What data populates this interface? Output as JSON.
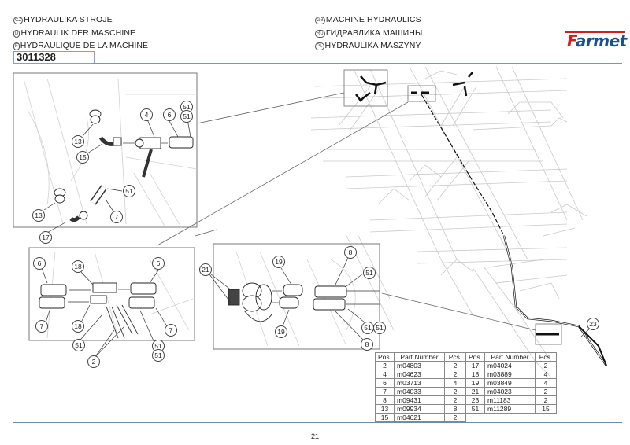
{
  "header": {
    "titles_left": [
      {
        "lang_badge": "CZ",
        "text": "HYDRAULIKA STROJE"
      },
      {
        "lang_badge": "D",
        "text": "HYDRAULIK DER MASCHINE"
      },
      {
        "lang_badge": "F",
        "text": "HYDRAULIQUE DE LA MACHINE"
      }
    ],
    "titles_right": [
      {
        "lang_badge": "GB",
        "text": "MACHINE HYDRAULICS"
      },
      {
        "lang_badge": "RU",
        "text": "ГИДРАВЛИКА МАШИНЫ"
      },
      {
        "lang_badge": "PL",
        "text": "HYDRAULIKA MASZYNY"
      }
    ],
    "assembly_code": "3011328",
    "logo": {
      "first_letter": "F",
      "rest": "armet",
      "red": "#d3201f",
      "blue": "#1b4f93"
    }
  },
  "detail_views": {
    "top_left": [
      "51",
      "51",
      "4",
      "6",
      "13",
      "15",
      "51",
      "13",
      "7",
      "17"
    ],
    "middle_left": [
      "6",
      "18",
      "6",
      "7",
      "18",
      "7",
      "51",
      "51",
      "51",
      "2"
    ],
    "middle_center": [
      "21",
      "19",
      "8",
      "51",
      "19",
      "51",
      "51",
      "8"
    ],
    "overview": [
      "23"
    ]
  },
  "parts_table": {
    "headers": [
      "Pos.",
      "Part Number",
      "Pcs.",
      "Pos.",
      "Part Number",
      "Pcs."
    ],
    "rows": [
      [
        "2",
        "m04803",
        "2",
        "17",
        "m04024",
        "2"
      ],
      [
        "4",
        "m04623",
        "2",
        "18",
        "m03889",
        "4"
      ],
      [
        "6",
        "m03713",
        "4",
        "19",
        "m03849",
        "4"
      ],
      [
        "7",
        "m04033",
        "2",
        "21",
        "m04023",
        "2"
      ],
      [
        "8",
        "m09431",
        "2",
        "23",
        "m11183",
        "2"
      ],
      [
        "13",
        "m09934",
        "8",
        "51",
        "m11289",
        "15"
      ],
      [
        "15",
        "m04621",
        "2",
        "",
        "",
        ""
      ]
    ]
  },
  "footer": {
    "page_number": "21"
  }
}
